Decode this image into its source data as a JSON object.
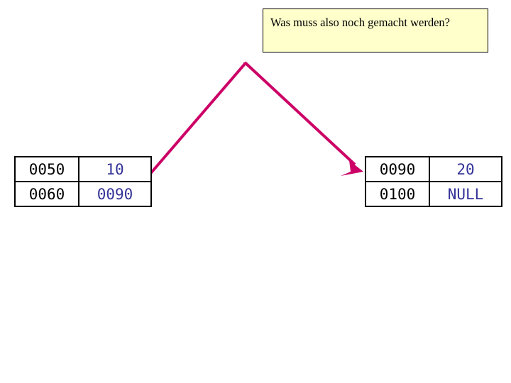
{
  "callout": {
    "text": "Was muss also noch gemacht werden?"
  },
  "arrow": {
    "color": "#cc0066",
    "start_label": "callout-left-edge",
    "end_label": "right-table-row-0090"
  },
  "tables": {
    "left": {
      "rows": [
        {
          "address": "0050",
          "value": "10"
        },
        {
          "address": "0060",
          "value": "0090"
        }
      ]
    },
    "right": {
      "rows": [
        {
          "address": "0090",
          "value": "20"
        },
        {
          "address": "0100",
          "value": "NULL"
        }
      ]
    }
  }
}
